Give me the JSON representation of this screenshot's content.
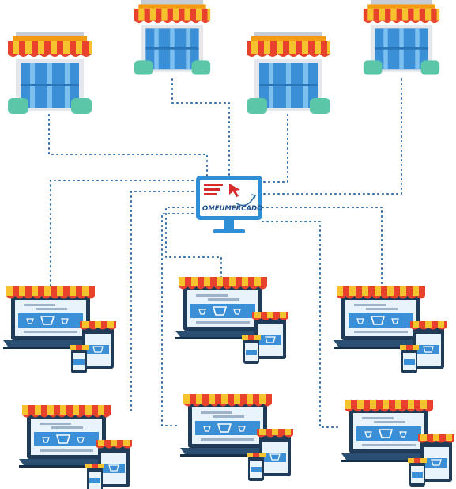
{
  "central_hub": {
    "label": "OMEUMERCADO",
    "icon": "computer-monitor-icon"
  },
  "physical_stores": [
    {
      "name": "store-1",
      "icon": "storefront-icon"
    },
    {
      "name": "store-2",
      "icon": "storefront-icon"
    },
    {
      "name": "store-3",
      "icon": "storefront-icon"
    },
    {
      "name": "store-4",
      "icon": "storefront-icon"
    }
  ],
  "online_stores": [
    {
      "name": "online-store-1",
      "icon": "online-storefront-icon"
    },
    {
      "name": "online-store-2",
      "icon": "online-storefront-icon"
    },
    {
      "name": "online-store-3",
      "icon": "online-storefront-icon"
    },
    {
      "name": "online-store-4",
      "icon": "online-storefront-icon"
    },
    {
      "name": "online-store-5",
      "icon": "online-storefront-icon"
    },
    {
      "name": "online-store-6",
      "icon": "online-storefront-icon"
    }
  ],
  "colors": {
    "awning_red": "#e8412c",
    "awning_yellow": "#f6c32e",
    "awning_orange": "#f39c12",
    "window_blue": "#3a8fd6",
    "bush_teal": "#5cc6a9",
    "building_gray": "#dfe3e8",
    "laptop_dark": "#1f3b57",
    "screen_light": "#e9f3fb",
    "connector_blue": "#2f6aa3",
    "monitor_accent": "#d62c2c"
  }
}
